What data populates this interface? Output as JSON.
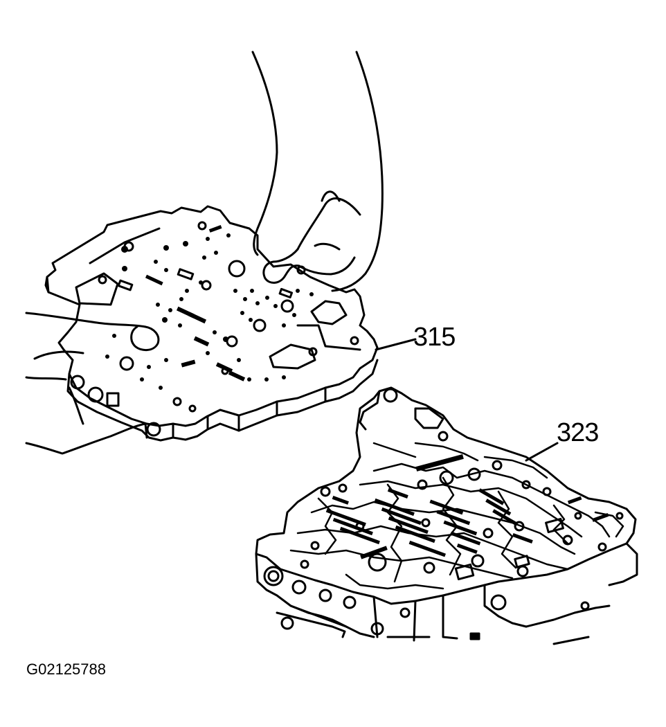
{
  "figure": {
    "callouts": [
      {
        "id": "plate",
        "label": "315"
      },
      {
        "id": "valve-body",
        "label": "323"
      }
    ],
    "figure_id": "G02125788"
  },
  "colors": {
    "line": "#000000",
    "background": "#ffffff"
  }
}
